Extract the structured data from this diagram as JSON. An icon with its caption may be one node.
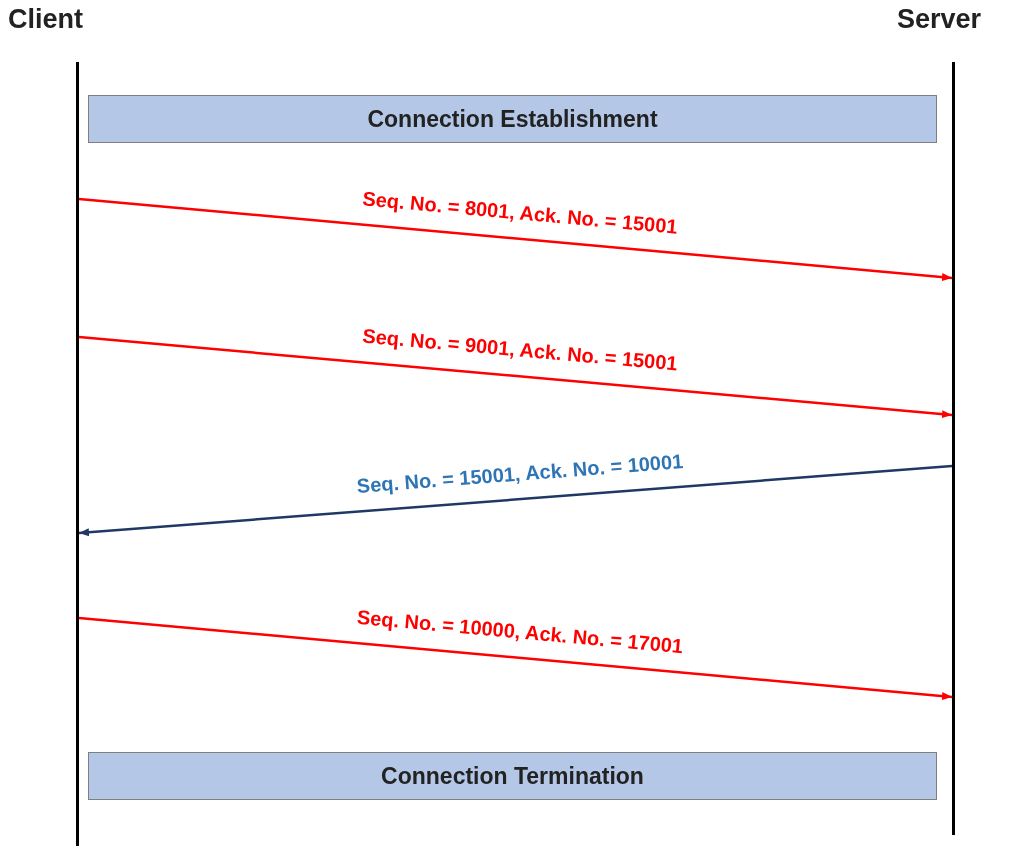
{
  "diagram": {
    "nodes": [
      {
        "text": [
          "Client"
        ]
      },
      {
        "text": [
          "Server"
        ]
      },
      {
        "text": [
          "Connection Establishment"
        ]
      },
      {
        "text": [
          "Connection Termination"
        ]
      },
      {
        "text": [],
        "shape": "bar"
      },
      {
        "text": [],
        "shape": "bar"
      }
    ],
    "edges": [
      {
        "from": 4,
        "to": 5,
        "arrow": "to",
        "label": "Seq. No. = 8001, Ack. No. = 15001"
      },
      {
        "from": 4,
        "to": 5,
        "arrow": "to",
        "label": "Seq. No. = 9001, Ack. No. = 15001"
      },
      {
        "from": 5,
        "to": 4,
        "arrow": "to",
        "label": "Seq. No. = 15001, Ack. No. = 10001",
        "color": "#1f3864"
      },
      {
        "from": 4,
        "to": 5,
        "arrow": "to",
        "label": "Seq. No. = 10000, Ack. No. = 17001"
      }
    ]
  }
}
